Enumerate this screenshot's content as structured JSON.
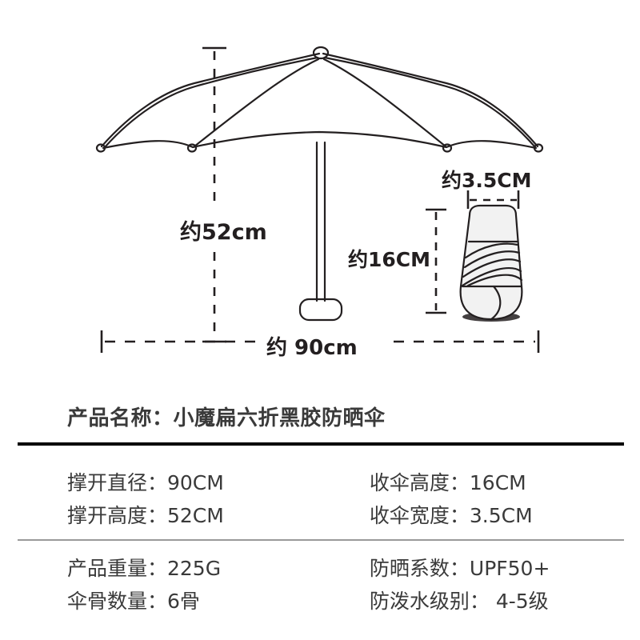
{
  "diagram": {
    "name": "umbrella-dimension-diagram",
    "labels": {
      "open_height": "约52cm",
      "open_diameter": "约 90cm",
      "folded_height": "约16CM",
      "folded_width": "约3.5CM"
    }
  },
  "product_name": {
    "key": "产品名称：",
    "value": "小魔扁六折黑胶防晒伞",
    "full": "产品名称：小魔扁六折黑胶防晒伞"
  },
  "specs": {
    "rows": [
      {
        "left": [
          {
            "key": "撑开直径：",
            "value": "90CM",
            "full": "撑开直径：90CM"
          },
          {
            "key": "撑开高度：",
            "value": "52CM",
            "full": "撑开高度：52CM"
          }
        ],
        "right": [
          {
            "key": "收伞高度：",
            "value": "16CM",
            "full": "收伞高度：16CM"
          },
          {
            "key": "收伞宽度：",
            "value": "3.5CM",
            "full": "收伞宽度：3.5CM"
          }
        ]
      },
      {
        "left": [
          {
            "key": "产品重量：",
            "value": "225G",
            "full": "产品重量：225G"
          },
          {
            "key": "伞骨数量：",
            "value": "6骨",
            "full": "伞骨数量：6骨"
          }
        ],
        "right": [
          {
            "key": "防晒系数：",
            "value": "UPF50+",
            "full": "防晒系数：UPF50+"
          },
          {
            "key": "防泼水级别：",
            "value": "4-5级",
            "full": "防泼水级别： 4-5级"
          }
        ]
      }
    ]
  },
  "colors": {
    "ink": "#231f20",
    "text": "#3a3a3a",
    "divider_thick": "#000000",
    "divider_thin": "#9a9a9a",
    "fold_fill": "#f2f2f2",
    "background": "#ffffff"
  }
}
